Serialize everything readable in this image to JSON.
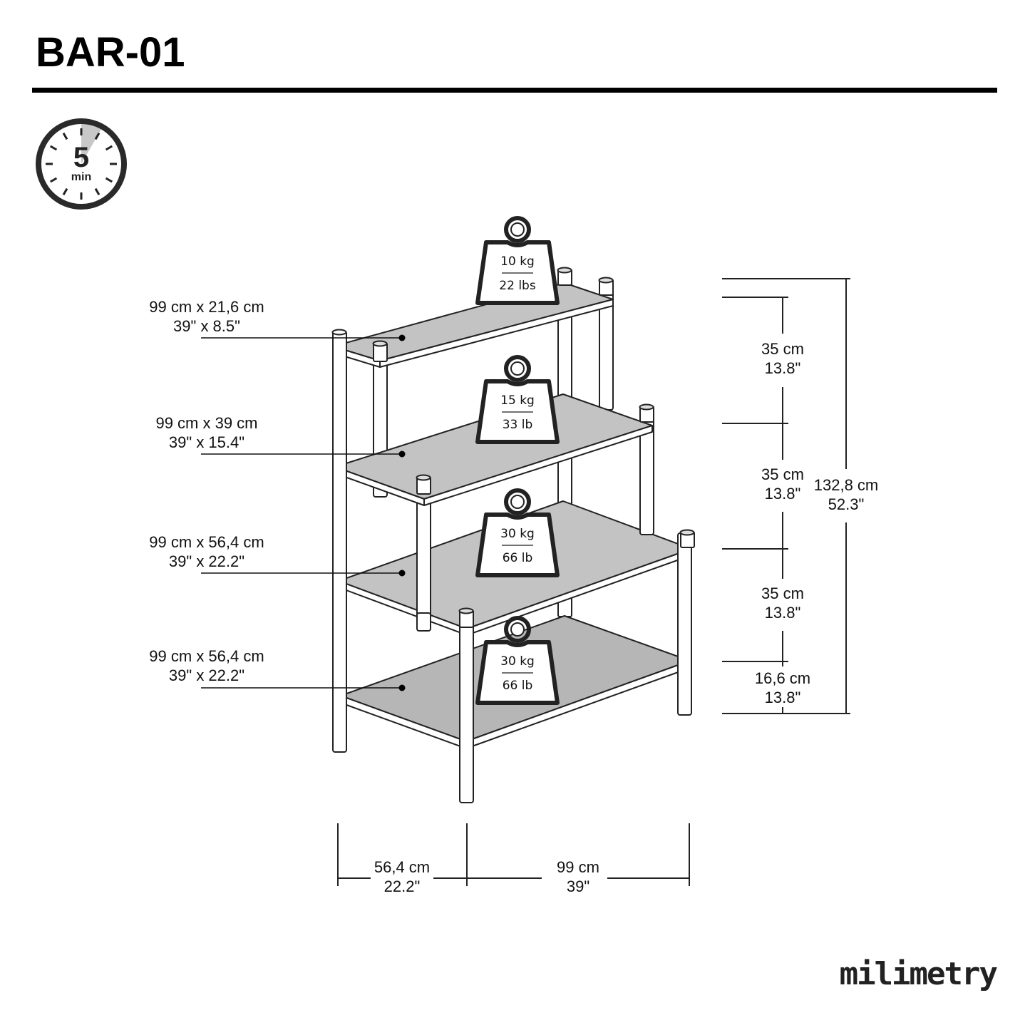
{
  "header": {
    "title": "BAR-01"
  },
  "timer": {
    "value": "5",
    "unit": "min",
    "icon": "stopwatch-icon",
    "elapsed_fraction": 0.083
  },
  "shelves": [
    {
      "name": "top",
      "dim_cm": "99 cm x 21,6 cm",
      "dim_in": "39\" x 8.5\"",
      "load_kg": "10 kg",
      "load_lb": "22 lbs"
    },
    {
      "name": "second",
      "dim_cm": "99 cm x 39 cm",
      "dim_in": "39\" x 15.4\"",
      "load_kg": "15 kg",
      "load_lb": "33 lb"
    },
    {
      "name": "third",
      "dim_cm": "99 cm x 56,4 cm",
      "dim_in": "39\" x 22.2\"",
      "load_kg": "30 kg",
      "load_lb": "66 lb"
    },
    {
      "name": "bottom",
      "dim_cm": "99 cm x 56,4 cm",
      "dim_in": "39\" x 22.2\"",
      "load_kg": "30 kg",
      "load_lb": "66 lb"
    }
  ],
  "heights": [
    {
      "cm": "35 cm",
      "in": "13.8\""
    },
    {
      "cm": "35 cm",
      "in": "13.8\""
    },
    {
      "cm": "35 cm",
      "in": "13.8\""
    },
    {
      "cm": "16,6 cm",
      "in": "13.8\""
    }
  ],
  "total_height": {
    "cm": "132,8 cm",
    "in": "52.3\""
  },
  "depth": {
    "cm": "56,4 cm",
    "in": "22.2\""
  },
  "width": {
    "cm": "99 cm",
    "in": "39\""
  },
  "brand": {
    "name": "milimetry"
  },
  "colors": {
    "shelf": "#c3c3c3",
    "shelf_dark": "#b3b3b3",
    "line": "#222222",
    "timer_wedge": "#c8c8c8"
  }
}
